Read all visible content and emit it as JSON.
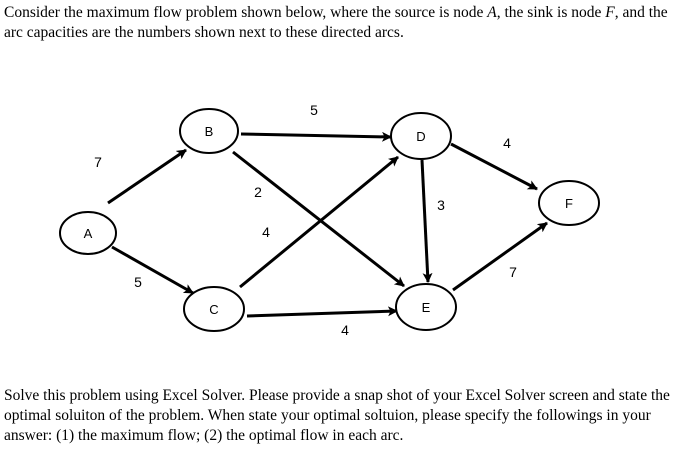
{
  "intro": {
    "part1": "Consider the maximum flow problem shown below, where the source is node ",
    "source": "A",
    "part2": ", the sink is node ",
    "sink": "F",
    "part3": ", and the arc capacities are the numbers shown next to these directed arcs."
  },
  "outro": "Solve this problem using Excel Solver.  Please provide a snap shot of your Excel Solver screen and state the optimal soluiton of the problem.  When state your optimal soltuion, please specify the followings in your answer: (1) the maximum flow; (2) the optimal flow in each arc.",
  "nodes": [
    "A",
    "B",
    "C",
    "D",
    "E",
    "F"
  ],
  "arcs": [
    {
      "from": "A",
      "to": "B",
      "capacity": "7"
    },
    {
      "from": "A",
      "to": "C",
      "capacity": "5"
    },
    {
      "from": "B",
      "to": "D",
      "capacity": "5"
    },
    {
      "from": "B",
      "to": "E",
      "capacity": "2"
    },
    {
      "from": "C",
      "to": "D",
      "capacity": "4"
    },
    {
      "from": "C",
      "to": "E",
      "capacity": "4"
    },
    {
      "from": "D",
      "to": "E",
      "capacity": "3"
    },
    {
      "from": "D",
      "to": "F",
      "capacity": "4"
    },
    {
      "from": "E",
      "to": "F",
      "capacity": "7"
    }
  ]
}
